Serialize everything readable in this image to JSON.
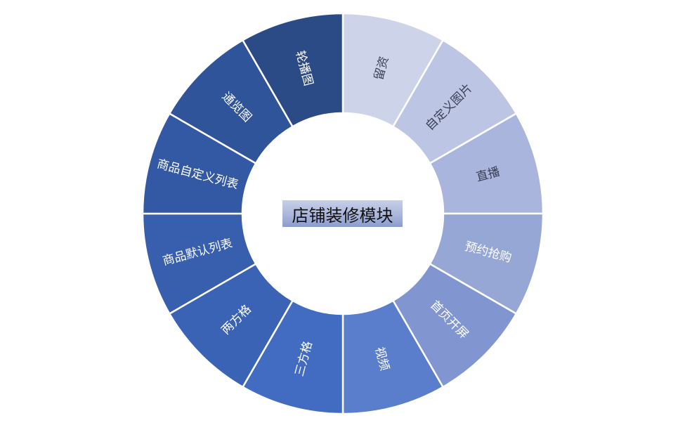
{
  "center": {
    "title": "店铺装修模块"
  },
  "segments": [
    {
      "label": "留资",
      "color": "#cdd3e9"
    },
    {
      "label": "自定义图片",
      "color": "#bcc5e4"
    },
    {
      "label": "直播",
      "color": "#a9b5dd"
    },
    {
      "label": "预约抢购",
      "color": "#96a7d6"
    },
    {
      "label": "首页开屏",
      "color": "#8196d0"
    },
    {
      "label": "视频",
      "color": "#5a7ecc"
    },
    {
      "label": "三方格",
      "color": "#416cc1"
    },
    {
      "label": "两方格",
      "color": "#3a63b5"
    },
    {
      "label": "商品默认列表",
      "color": "#375fae"
    },
    {
      "label": "商品自定义列表",
      "color": "#3459a4"
    },
    {
      "label": "通览图",
      "color": "#30549a"
    },
    {
      "label": "轮播图",
      "color": "#2b4b87"
    }
  ]
}
